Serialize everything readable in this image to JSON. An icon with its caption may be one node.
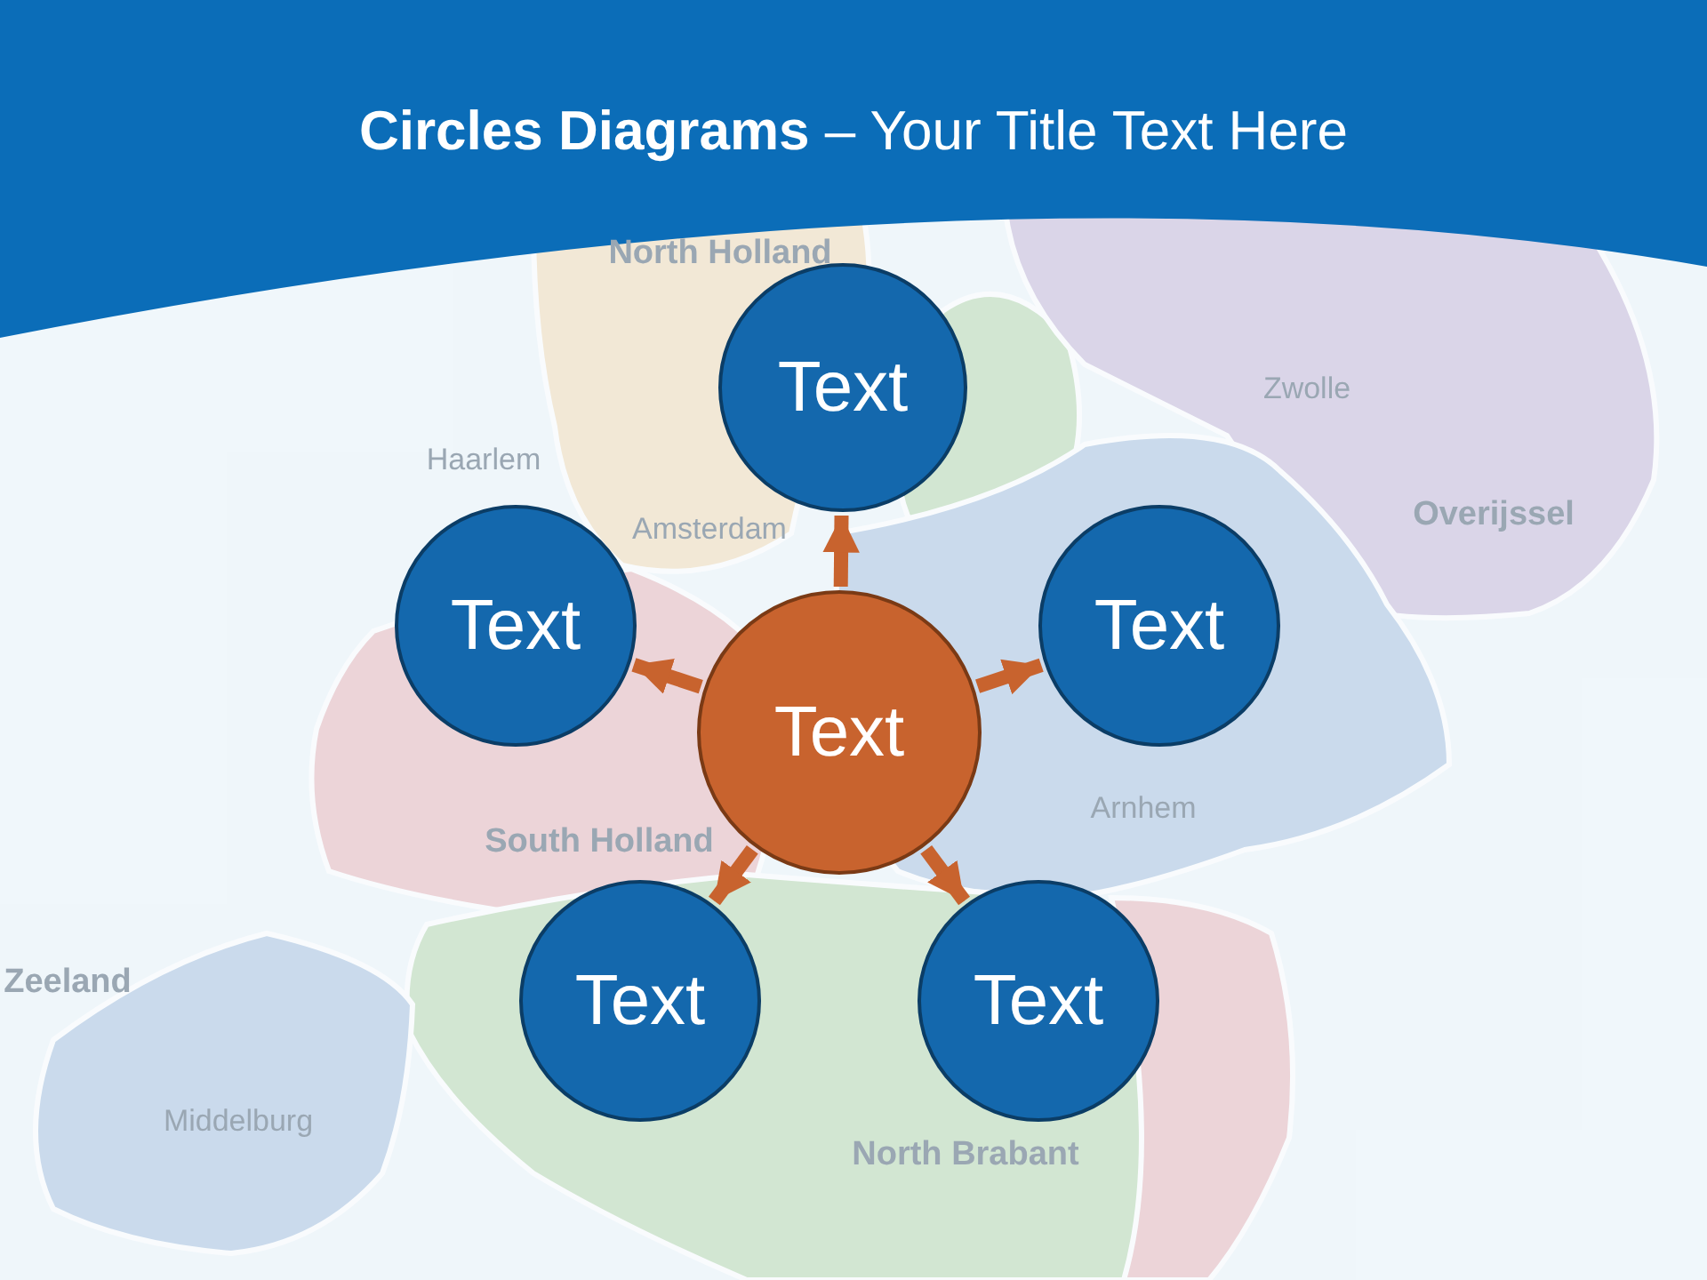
{
  "diagram": {
    "title": "**Circles Diagrams** – Your Title Text Here",
    "nodes": [
      {
        "text": [
          "Text"
        ]
      },
      {
        "text": [
          "Text"
        ]
      },
      {
        "text": [
          "Text"
        ]
      },
      {
        "text": [
          "Text"
        ]
      },
      {
        "text": [
          "Text"
        ]
      },
      {
        "text": [
          "Text"
        ]
      }
    ],
    "edges": [
      {
        "from": 0,
        "to": 1,
        "arrow": "to",
        "color": "#c8632e"
      },
      {
        "from": 0,
        "to": 2,
        "arrow": "to",
        "color": "#c8632e"
      },
      {
        "from": 0,
        "to": 3,
        "arrow": "to",
        "color": "#c8632e"
      },
      {
        "from": 0,
        "to": 4,
        "arrow": "to",
        "color": "#c8632e"
      },
      {
        "from": 0,
        "to": 5,
        "arrow": "to",
        "color": "#c8632e"
      }
    ],
    "labels": [
      "North Holland",
      "Haarlem",
      "Amsterdam",
      "Zwolle",
      "Overijssel",
      "Arnhem",
      "South Holland",
      "Zeeland",
      "Middelburg",
      "North Brabant"
    ]
  }
}
